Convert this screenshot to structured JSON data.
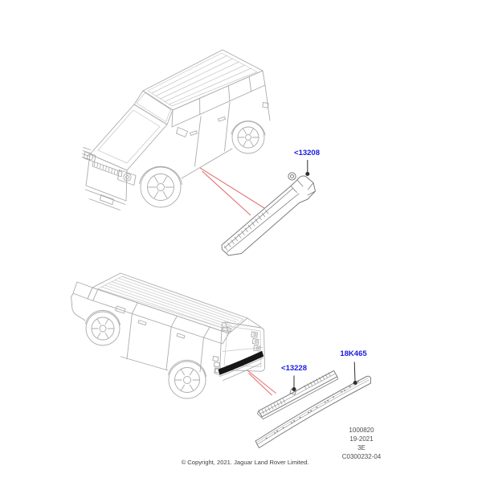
{
  "callouts": {
    "part_13208": "<13208",
    "part_13228": "<13228",
    "part_18k465": "18K465"
  },
  "reference_block": {
    "line1": "1000820",
    "line2": "19-2021",
    "line3": "3E",
    "line4": "C0300232-04"
  },
  "footer": {
    "copyright": "© Copyright, 2021. Jaguar Land Rover Limited."
  },
  "colors": {
    "callout_blue": "#1a1ae0",
    "reference_red": "#e57070",
    "vehicle_line_gray": "#ababab",
    "part_line_gray": "#7d7d7d",
    "bumper_highlight_black": "#161616"
  }
}
